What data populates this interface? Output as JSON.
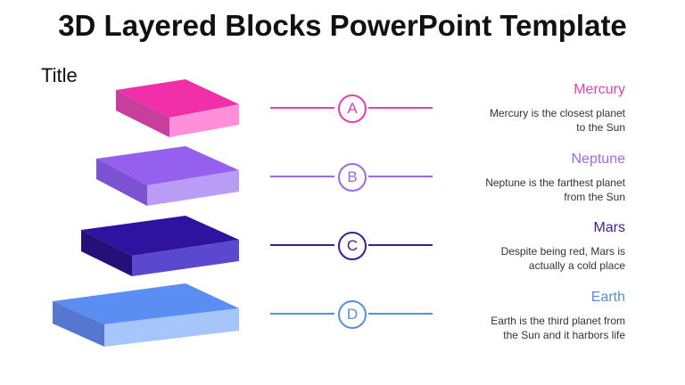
{
  "slide": {
    "heading": "3D Layered Blocks PowerPoint Template",
    "subtitle": "Title"
  },
  "items": [
    {
      "letter": "A",
      "name": "Mercury",
      "desc_line1": "Mercury is the closest planet",
      "desc_line2": "to the Sun",
      "color": "#e63fb0",
      "block": {
        "top": "#f02fa8",
        "front": "#ff8fd8",
        "side": "#c83e9c"
      }
    },
    {
      "letter": "B",
      "name": "Neptune",
      "desc_line1": "Neptune is the farthest planet",
      "desc_line2": "from the Sun",
      "color": "#9a6ae6",
      "block": {
        "top": "#9560ee",
        "front": "#b99cf6",
        "side": "#7b52cf"
      }
    },
    {
      "letter": "C",
      "name": "Mars",
      "desc_line1": "Despite being red, Mars is",
      "desc_line2": "actually a cold place",
      "color": "#3a1f96",
      "block": {
        "top": "#2d139f",
        "front": "#5a48cf",
        "side": "#241078"
      }
    },
    {
      "letter": "D",
      "name": "Earth",
      "desc_line1": "Earth is the third planet from",
      "desc_line2": "the Sun and it harbors life",
      "color": "#5a8fd8",
      "block": {
        "top": "#5b8ef2",
        "front": "#a6c5fb",
        "side": "#5577cf"
      }
    }
  ]
}
